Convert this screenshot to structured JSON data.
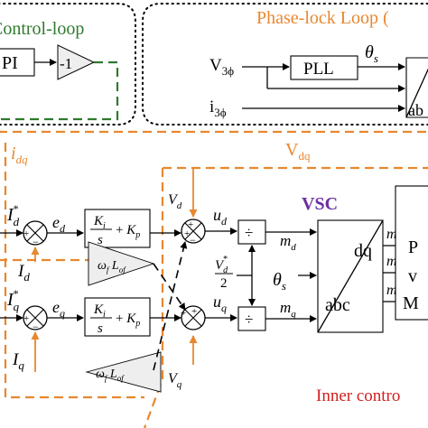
{
  "colors": {
    "orange": "#e8872f",
    "green": "#2f7a2f",
    "purple": "#6b2fa0",
    "red": "#d42020",
    "gain_fill": "#eeeeee"
  },
  "regions": {
    "control_loop": "Control-loop",
    "pll": "Phase-lock Loop (",
    "vsc": "VSC",
    "inner": "Inner contro"
  },
  "blocks": {
    "pi": "PI",
    "neg_gain": "-1",
    "pll": "PLL",
    "abc_partial": "ab",
    "dq": "dq",
    "abc": "abc",
    "div": "÷",
    "pi_ctrl_d": "Ki/s + Kp",
    "pi_ctrl_q": "Ki/s + Kp",
    "decouple_d": "ωf Lof",
    "decouple_q": "ωf Lof",
    "pwm_partial": [
      "P",
      "v",
      "M"
    ]
  },
  "signals": {
    "v3phi": "V3ϕ",
    "i3phi": "i3ϕ",
    "theta_s_pll": "θs",
    "theta_s": "θs",
    "idq": "idq",
    "vdq": "Vdq",
    "id_ref": "I*d",
    "iq_ref": "I*q",
    "id": "Id",
    "iq": "Iq",
    "ed": "ed",
    "eq": "eq",
    "vd": "Vd",
    "vq": "Vq",
    "ud": "ud",
    "uq": "uq",
    "md": "md",
    "mq": "mq",
    "ma": "ma",
    "mb": "mb",
    "mc": "mc",
    "vd_ref_half": "V*d / 2"
  },
  "signs": {
    "plus": "+",
    "minus": "−"
  }
}
